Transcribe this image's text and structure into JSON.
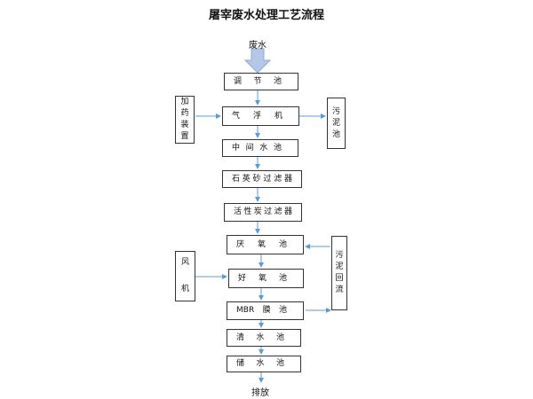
{
  "title": "屠宰废水处理工艺流程",
  "input_label": "废水",
  "output_label": "排放",
  "process": [
    {
      "id": "tiaojie",
      "chars": [
        "调",
        "节",
        "池"
      ]
    },
    {
      "id": "qifu",
      "chars": [
        "气",
        "浮",
        "机"
      ]
    },
    {
      "id": "zhongjian",
      "chars": [
        "中",
        "间",
        "水",
        "池"
      ]
    },
    {
      "id": "shiying",
      "chars": [
        "石",
        "英",
        "砂",
        "过",
        "滤",
        "器"
      ]
    },
    {
      "id": "huoxing",
      "chars": [
        "活",
        "性",
        "炭",
        "过",
        "滤",
        "器"
      ]
    },
    {
      "id": "yanyang",
      "chars": [
        "厌",
        "氧",
        "池"
      ]
    },
    {
      "id": "haoyang",
      "chars": [
        "好",
        "氧",
        "池"
      ]
    },
    {
      "id": "mbr",
      "chars": [
        "MBR",
        "膜",
        "池"
      ]
    },
    {
      "id": "qingshui",
      "chars": [
        "清",
        "水",
        "池"
      ]
    },
    {
      "id": "chushui",
      "chars": [
        "储",
        "水",
        "池"
      ]
    }
  ],
  "side": {
    "dosing": [
      "加",
      "药",
      "装",
      "置"
    ],
    "sludge_tank": [
      "污",
      "泥",
      "池"
    ],
    "blower": [
      "风",
      "机"
    ],
    "sludge_return": [
      "污",
      "泥",
      "回",
      "流"
    ]
  },
  "colors": {
    "arrow": "#5b9bd5",
    "border": "#333333",
    "inlet_arrow": "#b4c7e7"
  }
}
